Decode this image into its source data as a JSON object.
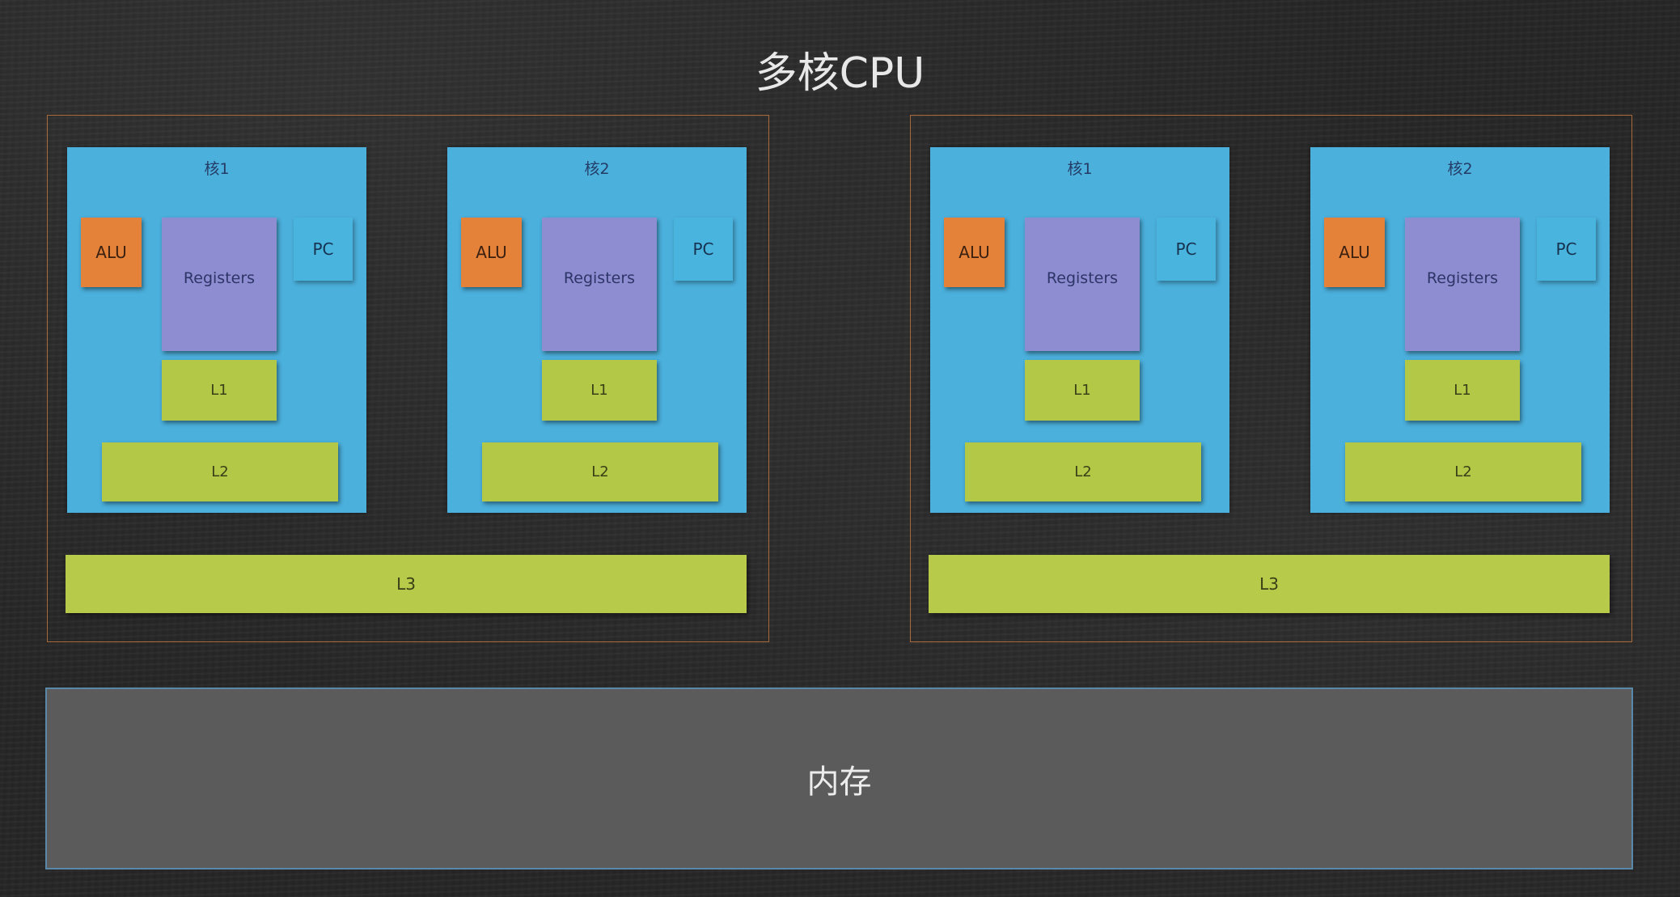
{
  "title": "多核CPU",
  "cpus": [
    {
      "cores": [
        {
          "label": "核1",
          "alu": "ALU",
          "registers": "Registers",
          "pc": "PC",
          "l1": "L1",
          "l2": "L2"
        },
        {
          "label": "核2",
          "alu": "ALU",
          "registers": "Registers",
          "pc": "PC",
          "l1": "L1",
          "l2": "L2"
        }
      ],
      "l3": "L3"
    },
    {
      "cores": [
        {
          "label": "核1",
          "alu": "ALU",
          "registers": "Registers",
          "pc": "PC",
          "l1": "L1",
          "l2": "L2"
        },
        {
          "label": "核2",
          "alu": "ALU",
          "registers": "Registers",
          "pc": "PC",
          "l1": "L1",
          "l2": "L2"
        }
      ],
      "l3": "L3"
    }
  ],
  "memory": "内存",
  "colors": {
    "background": "#262626",
    "core": "#4bb0dc",
    "alu": "#e5823a",
    "registers": "#8f8dd1",
    "cache": "#b3c846",
    "cpu_border": "#a86a3a",
    "memory": "#5b5b5b"
  }
}
